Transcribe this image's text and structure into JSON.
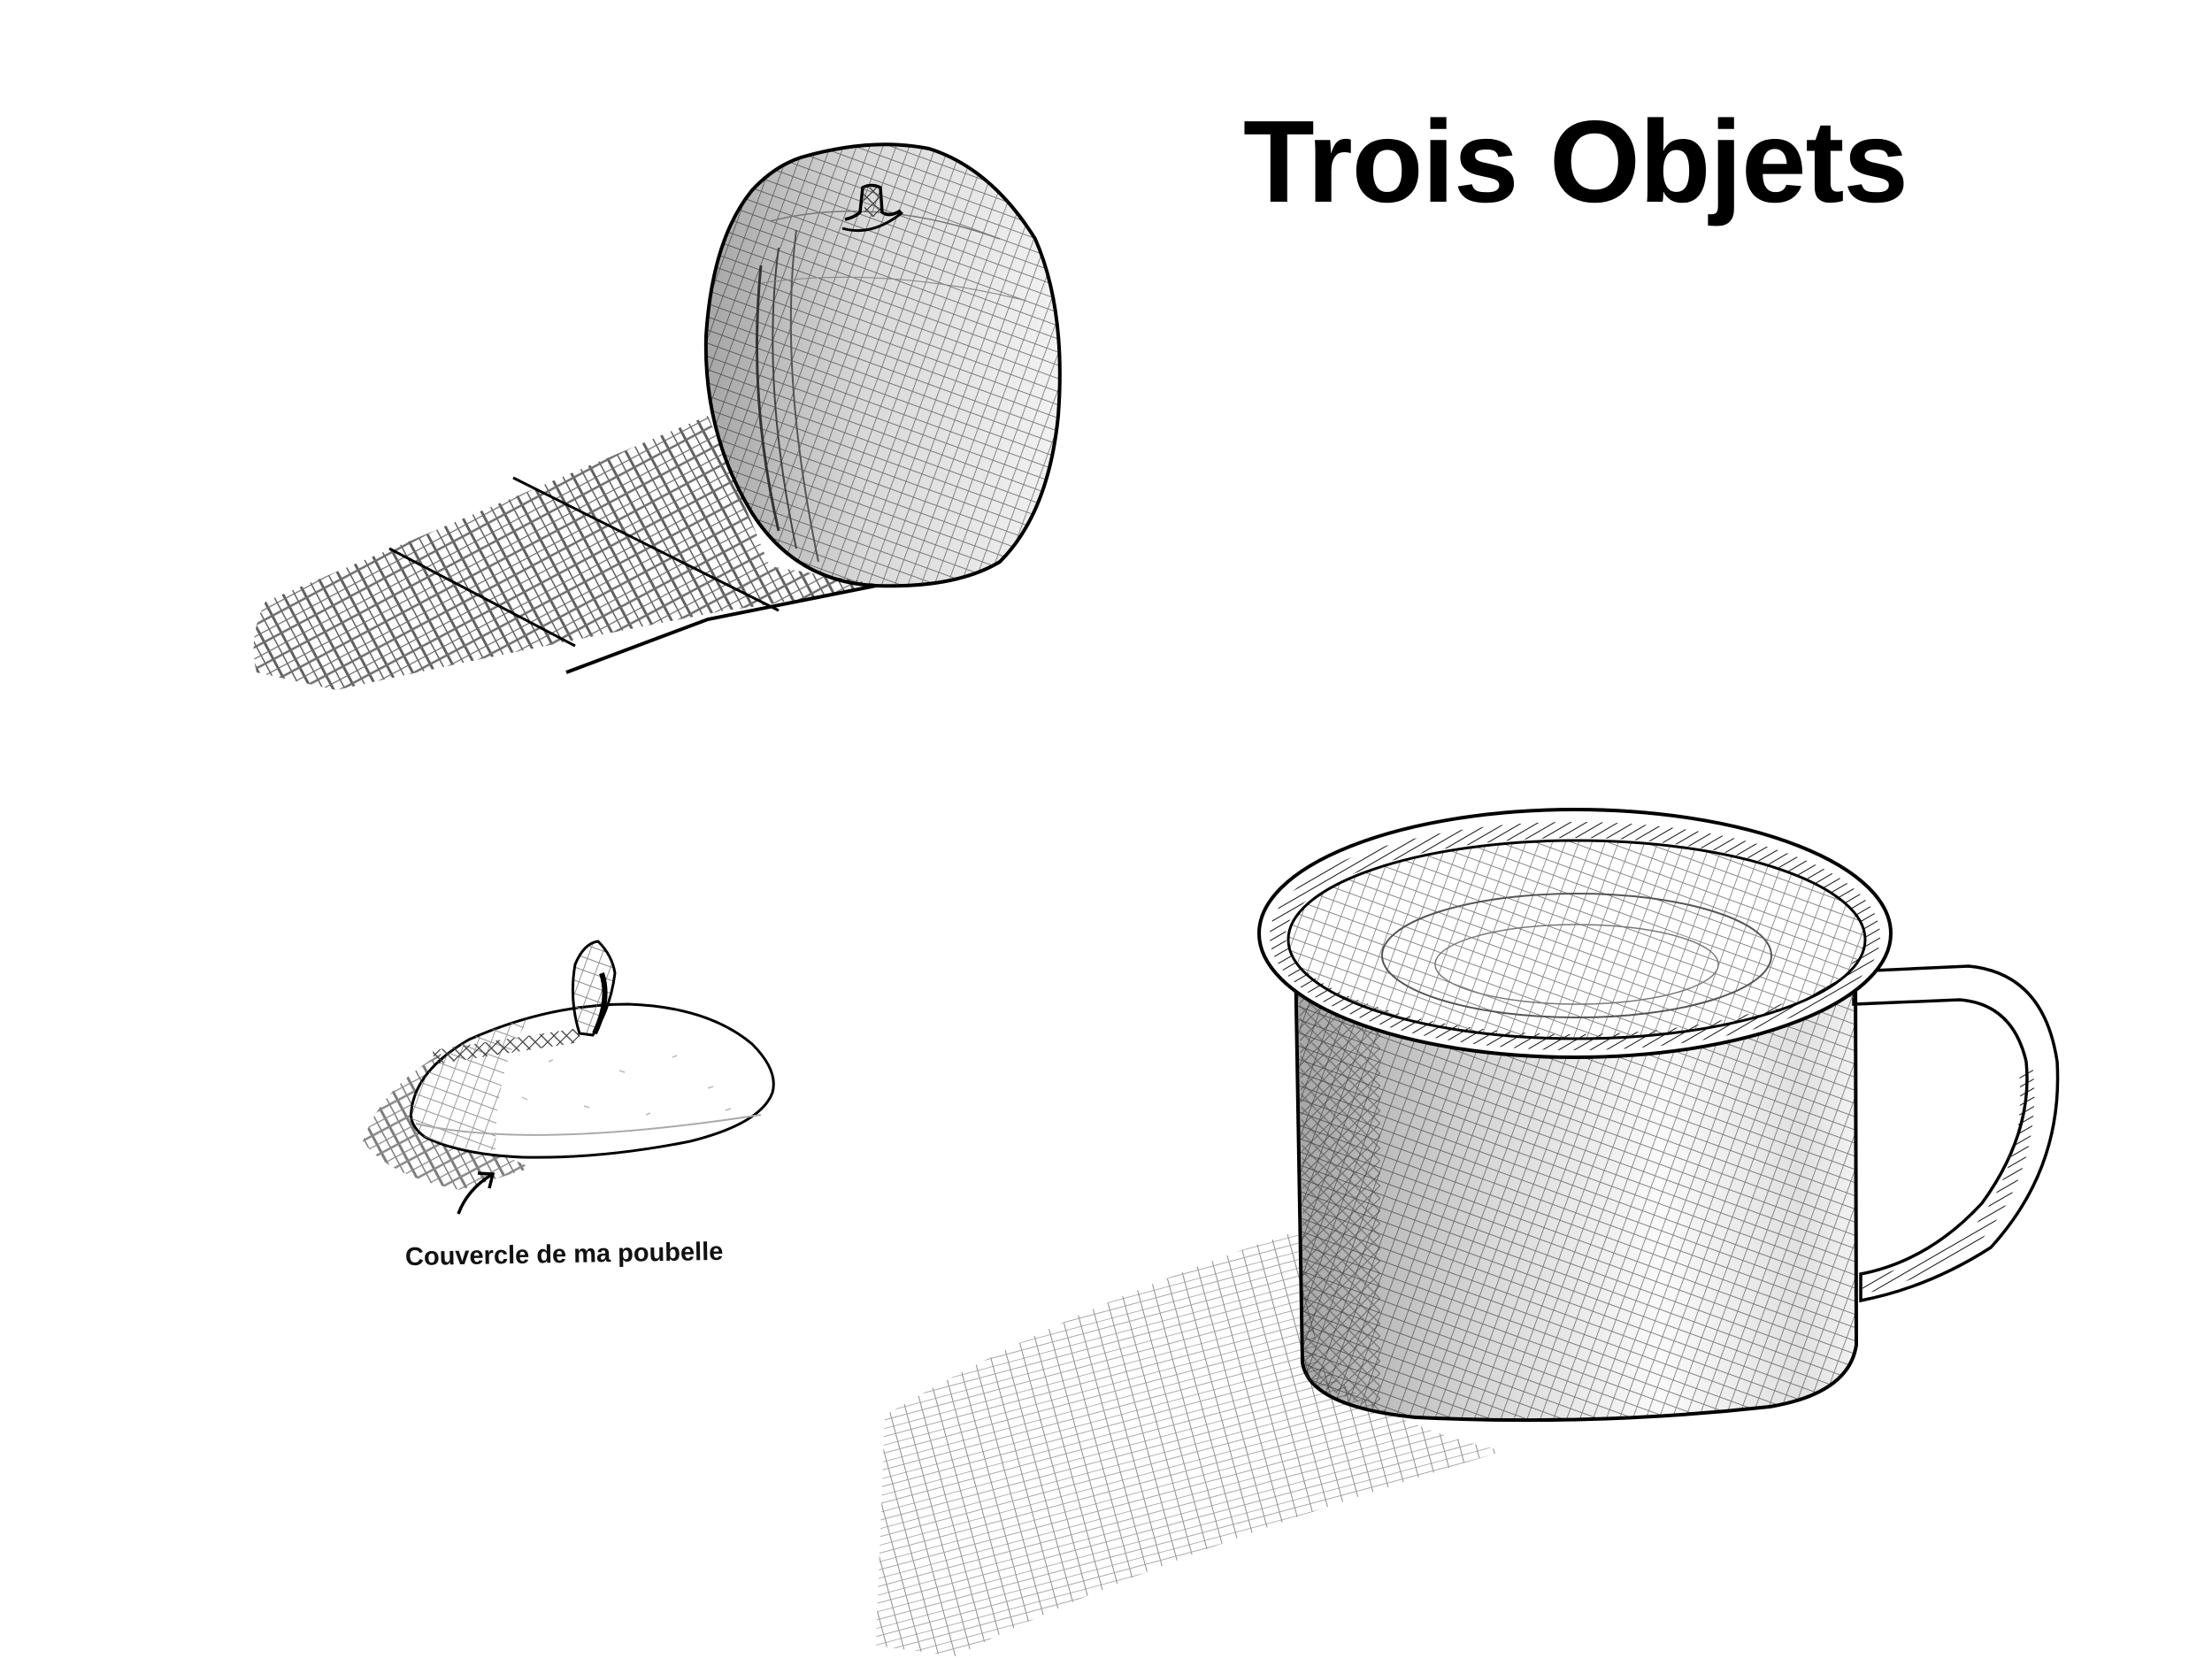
{
  "page": {
    "title": "Trois Objets",
    "background_color": "#ffffff",
    "ink_color": "#000000"
  },
  "drawings": [
    {
      "id": "apple",
      "label": "",
      "shading": "cross-hatching",
      "has_cast_shadow": true
    },
    {
      "id": "trash-lid",
      "label": "Couvercle de ma poubelle",
      "shading": "cross-hatching",
      "has_cast_shadow": true,
      "has_annotation_arrow": true
    },
    {
      "id": "enamel-mug",
      "label": "",
      "shading": "cross-hatching",
      "has_cast_shadow": true
    }
  ],
  "annotations": {
    "lid_caption": "Couvercle de ma poubelle",
    "arrow_icon": "curved-arrow-up-right"
  }
}
